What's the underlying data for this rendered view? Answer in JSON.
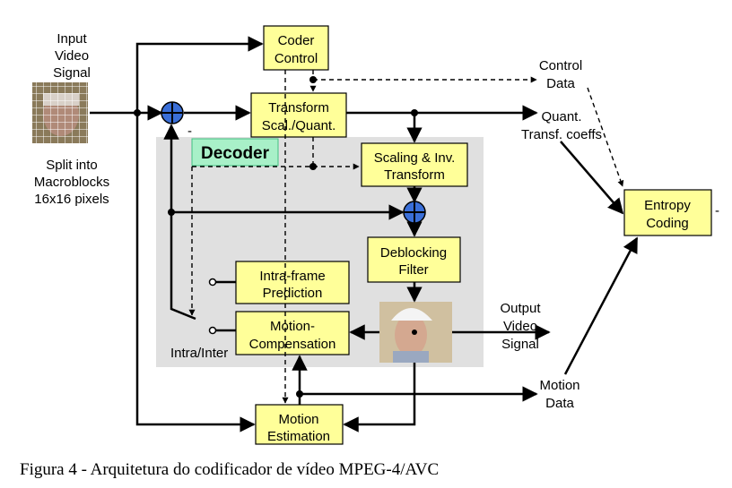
{
  "input": {
    "line1": "Input",
    "line2": "Video",
    "line3": "Signal"
  },
  "split": {
    "line1": "Split into",
    "line2": "Macroblocks",
    "line3": "16x16 pixels"
  },
  "blocks": {
    "coder_control": {
      "line1": "Coder",
      "line2": "Control"
    },
    "transform": {
      "line1": "Transform",
      "line2": "Scal./Quant."
    },
    "decoder": {
      "label": "Decoder"
    },
    "scaling": {
      "line1": "Scaling & Inv.",
      "line2": "Transform"
    },
    "deblocking": {
      "line1": "Deblocking",
      "line2": "Filter"
    },
    "intra": {
      "line1": "Intra-frame",
      "line2": "Prediction"
    },
    "motion_comp": {
      "line1": "Motion-",
      "line2": "Compensation"
    },
    "motion_est": {
      "line1": "Motion",
      "line2": "Estimation"
    },
    "entropy": {
      "line1": "Entropy",
      "line2": "Coding"
    }
  },
  "labels": {
    "control_data": {
      "line1": "Control",
      "line2": "Data"
    },
    "quant": {
      "line1": "Quant.",
      "line2": "Transf. coeffs"
    },
    "output": {
      "line1": "Output",
      "line2": "Video",
      "line3": "Signal"
    },
    "motion_data": {
      "line1": "Motion",
      "line2": "Data"
    },
    "intra_inter": "Intra/Inter",
    "minus": "-",
    "entropy_out": "-"
  },
  "caption": "Figura 4 - Arquitetura do codificador de vídeo MPEG-4/AVC",
  "colors": {
    "block_fill": "#ffff99",
    "decoder_fill": "#a8f0c8",
    "decoder_bg": "#e0e0e0",
    "adder": "#3a6fd8"
  }
}
